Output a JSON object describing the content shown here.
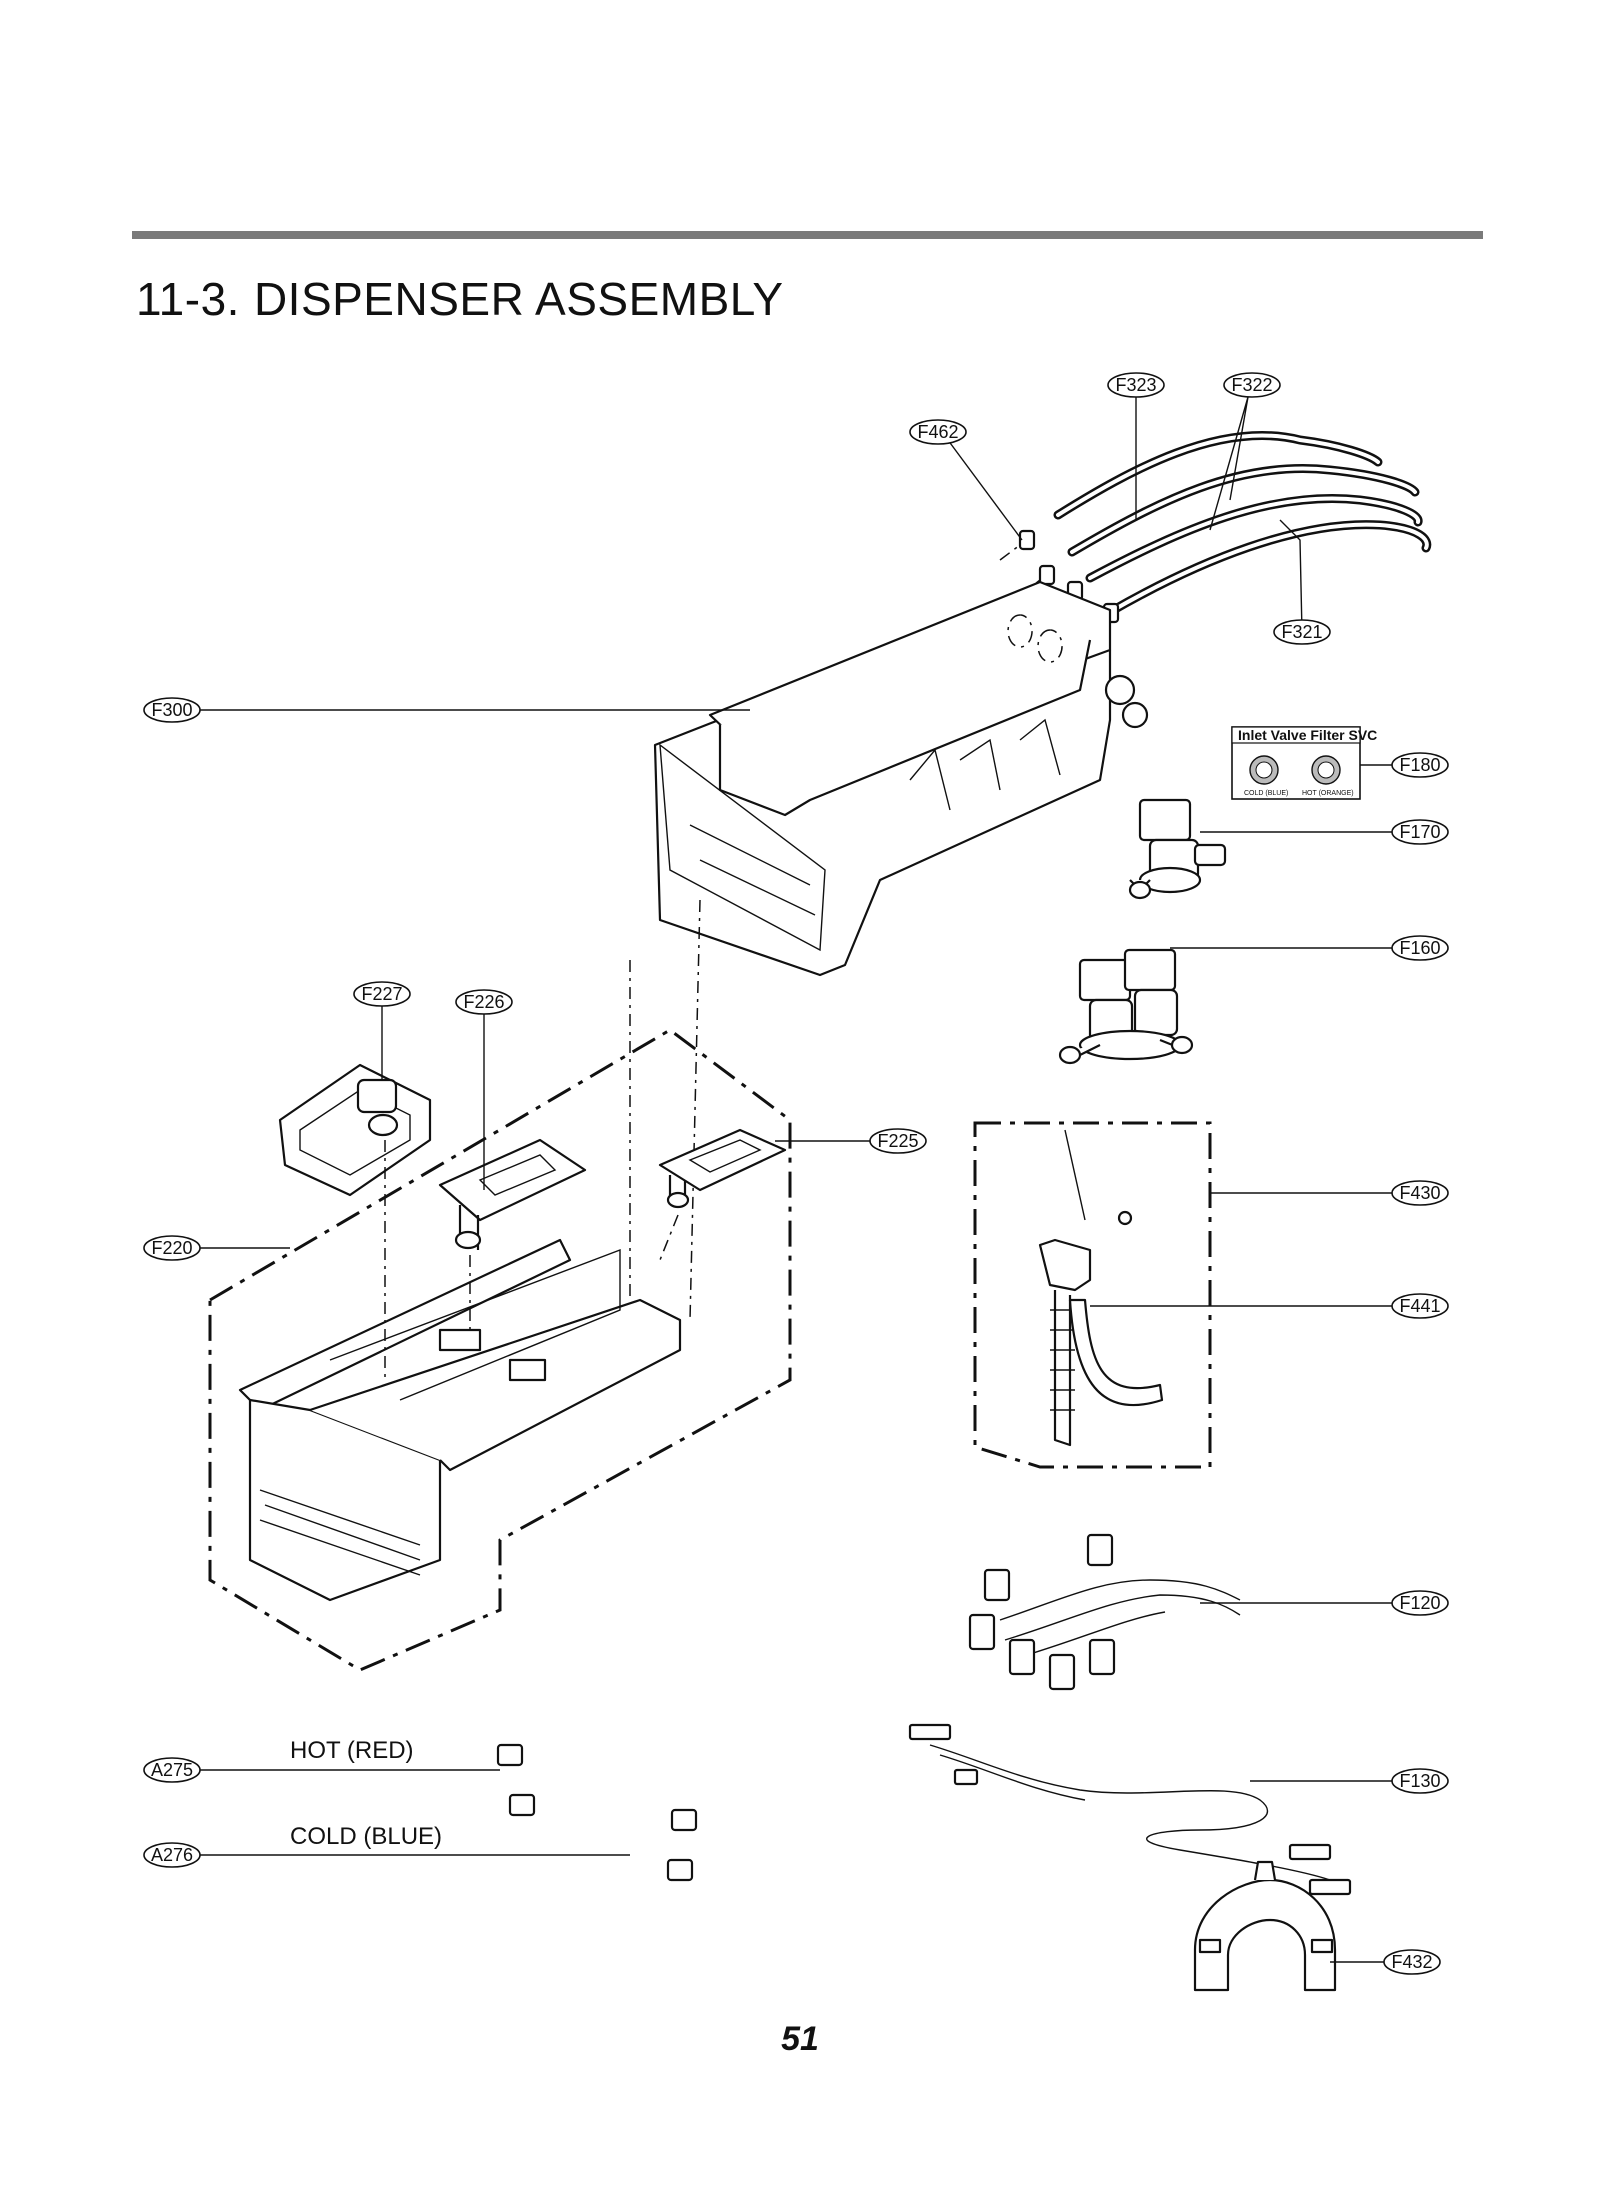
{
  "section": {
    "number": "11-3.",
    "title": "DISPENSER ASSEMBLY"
  },
  "page_number": "51",
  "callouts": {
    "F323": "F323",
    "F322": "F322",
    "F462": "F462",
    "F321": "F321",
    "F300": "F300",
    "F180": "F180",
    "F170": "F170",
    "F160": "F160",
    "F227": "F227",
    "F226": "F226",
    "F225": "F225",
    "F430": "F430",
    "F220": "F220",
    "F441": "F441",
    "F120": "F120",
    "A275": "A275",
    "F130": "F130",
    "A276": "A276",
    "F432": "F432"
  },
  "hose_labels": {
    "hot": "HOT (RED)",
    "cold": "COLD (BLUE)"
  },
  "filter_box": {
    "title": "Inlet Valve Filter SVC",
    "cold": "COLD (BLUE)",
    "hot": "HOT (ORANGE)"
  }
}
